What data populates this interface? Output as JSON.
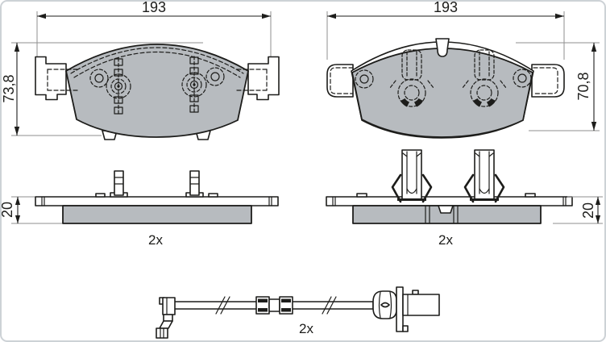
{
  "views": {
    "pad_front_left": {
      "width_label": "193",
      "height_label": "73,8"
    },
    "pad_front_right": {
      "width_label": "193",
      "height_label": "70,8"
    },
    "pad_top_left": {
      "thickness_label": "20",
      "quantity_label": "2x"
    },
    "pad_top_right": {
      "thickness_label": "20",
      "quantity_label": "2x"
    },
    "wear_sensor": {
      "quantity_label": "2x"
    }
  },
  "colors": {
    "pad_fill": "#b7bbbf",
    "line": "#1d1d1b",
    "ext_line": "#8f8f8f",
    "border": "#cdd2d6",
    "background": "#ffffff"
  }
}
